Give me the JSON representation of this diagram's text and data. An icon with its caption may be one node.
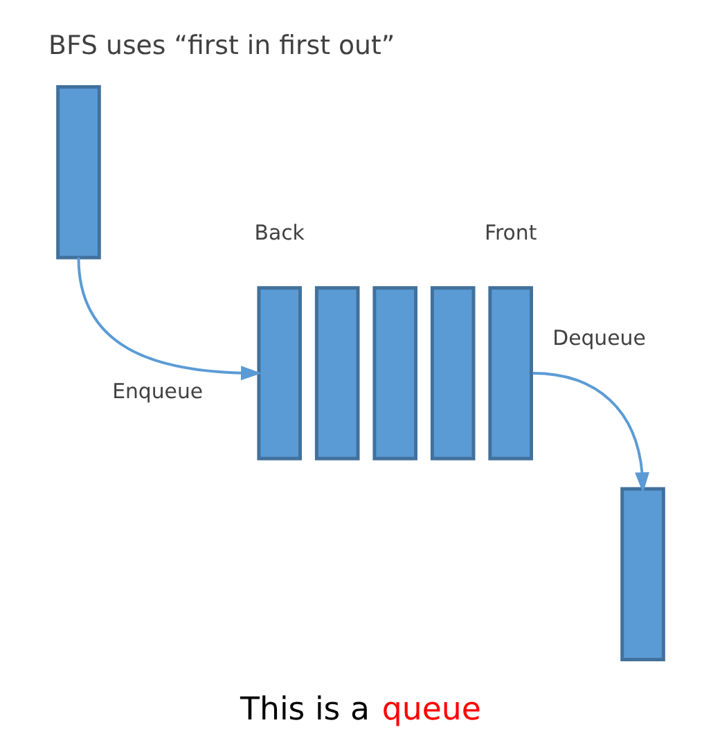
{
  "diagram": {
    "title": "BFS uses “first in first out”",
    "caption": "This is a queue",
    "nodes": [
      {
        "text": [],
        "shape": "bar"
      },
      {
        "text": [],
        "shape": "bar"
      },
      {
        "text": [],
        "shape": "bar"
      },
      {
        "text": [],
        "shape": "bar"
      },
      {
        "text": [],
        "shape": "bar"
      },
      {
        "text": [],
        "shape": "bar"
      },
      {
        "text": [],
        "shape": "bar"
      }
    ],
    "edges": [
      {
        "from": 0,
        "to": 1,
        "arrow": "to",
        "label": "Enqueue"
      },
      {
        "from": 5,
        "to": 6,
        "arrow": "to",
        "label": "Dequeue"
      }
    ],
    "labels": [
      "Back",
      "Front"
    ]
  }
}
